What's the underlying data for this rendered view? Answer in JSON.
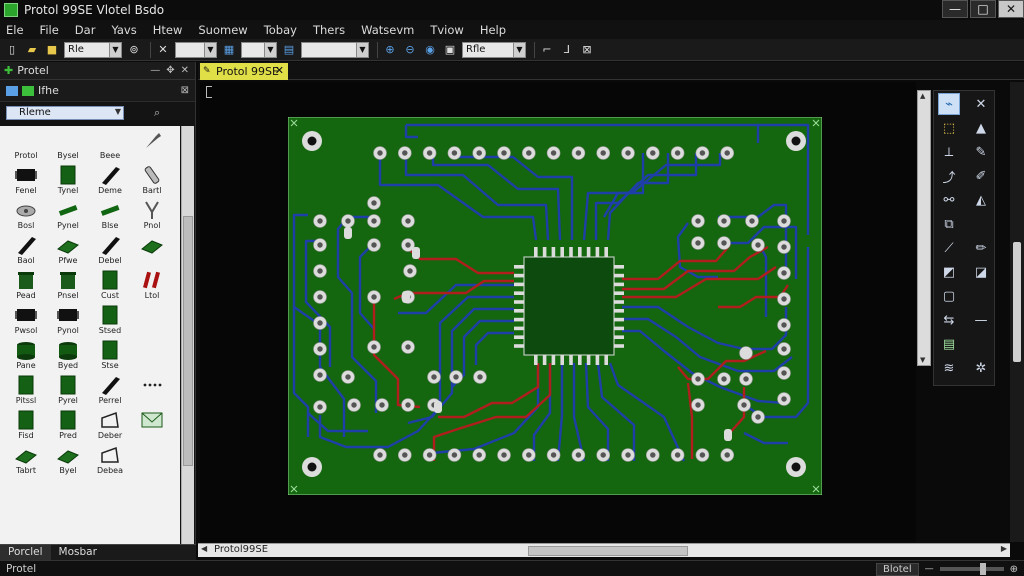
{
  "window": {
    "title": "Protol 99SE Vlotel Bsdo",
    "minimize": "—",
    "maximize": "□",
    "close": "✕"
  },
  "menu": [
    "Ele",
    "File",
    "Dar",
    "Yavs",
    "Htew",
    "Suomew",
    "Tobay",
    "Thers",
    "Watsevm",
    "Tviow",
    "Help"
  ],
  "toolbar": {
    "combo1": "Rle",
    "combo2": "",
    "combo3": "",
    "combo4": "",
    "combo5": "Rfle"
  },
  "left_panel": {
    "title": "Protel",
    "sub_title": "Ifhe",
    "filter_value": "Rleme",
    "parts": [
      {
        "label": "Protol",
        "shape": "blank"
      },
      {
        "label": "Bysel",
        "shape": "blank"
      },
      {
        "label": "Beee",
        "shape": "blank"
      },
      {
        "label": "",
        "shape": "wrench"
      },
      {
        "label": "Fenel",
        "shape": "ic"
      },
      {
        "label": "Tynel",
        "shape": "sq"
      },
      {
        "label": "Deme",
        "shape": "diag"
      },
      {
        "label": "Bartl",
        "shape": "pipe"
      },
      {
        "label": "Bosl",
        "shape": "disc"
      },
      {
        "label": "Pynel",
        "shape": "pin"
      },
      {
        "label": "Blse",
        "shape": "pin"
      },
      {
        "label": "Pnol",
        "shape": "fork"
      },
      {
        "label": "Baol",
        "shape": "diag"
      },
      {
        "label": "Pfwe",
        "shape": "tilt"
      },
      {
        "label": "Debel",
        "shape": "diag"
      },
      {
        "label": "",
        "shape": "tilt"
      },
      {
        "label": "Pead",
        "shape": "bin"
      },
      {
        "label": "Pnsel",
        "shape": "bin"
      },
      {
        "label": "Cust",
        "shape": "sq"
      },
      {
        "label": "Ltol",
        "shape": "rods"
      },
      {
        "label": "Pwsol",
        "shape": "ic"
      },
      {
        "label": "Pynol",
        "shape": "ic"
      },
      {
        "label": "Stsed",
        "shape": "sq"
      },
      {
        "label": "",
        "shape": "blank"
      },
      {
        "label": "Pane",
        "shape": "can"
      },
      {
        "label": "Byed",
        "shape": "can"
      },
      {
        "label": "Stse",
        "shape": "sq"
      },
      {
        "label": "",
        "shape": "blank"
      },
      {
        "label": "Pitssl",
        "shape": "sq"
      },
      {
        "label": "Pyrel",
        "shape": "sq"
      },
      {
        "label": "Perrel",
        "shape": "diag"
      },
      {
        "label": "",
        "shape": "dots"
      },
      {
        "label": "Fisd",
        "shape": "sq"
      },
      {
        "label": "Pred",
        "shape": "sq"
      },
      {
        "label": "Deber",
        "shape": "outline"
      },
      {
        "label": "",
        "shape": "env"
      },
      {
        "label": "Tabrt",
        "shape": "tilt"
      },
      {
        "label": "Byel",
        "shape": "tilt"
      },
      {
        "label": "Debea",
        "shape": "outline"
      },
      {
        "label": "",
        "shape": "blank"
      }
    ],
    "tabs": [
      "Porclel",
      "Mosbar"
    ]
  },
  "document": {
    "tab_label": "Protol 99SE"
  },
  "hscroll_label": "Protol99SE",
  "status": {
    "left": "Protel",
    "right": "Blotel"
  },
  "colors": {
    "board": "#14660f",
    "top_trace": "#b01e1e",
    "bottom_trace": "#1f3fa8",
    "pad": "#dcdcdc",
    "accent_tab": "#e1df47"
  }
}
